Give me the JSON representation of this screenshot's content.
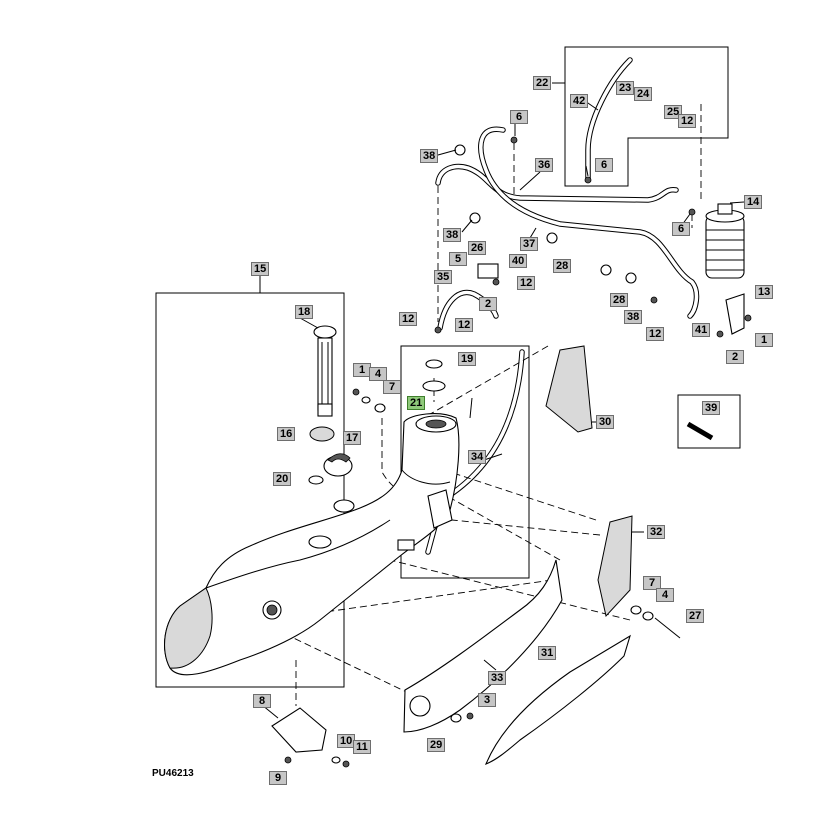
{
  "diagram": {
    "drawing_code": "PU46213",
    "callouts": [
      {
        "id": "c22",
        "label": "22"
      },
      {
        "id": "c42",
        "label": "42"
      },
      {
        "id": "c23",
        "label": "23"
      },
      {
        "id": "c24",
        "label": "24"
      },
      {
        "id": "c25",
        "label": "25"
      },
      {
        "id": "c12a",
        "label": "12"
      },
      {
        "id": "c6a",
        "label": "6"
      },
      {
        "id": "c6b",
        "label": "6"
      },
      {
        "id": "c38a",
        "label": "38"
      },
      {
        "id": "c36",
        "label": "36"
      },
      {
        "id": "c14",
        "label": "14"
      },
      {
        "id": "c6c",
        "label": "6"
      },
      {
        "id": "c38b",
        "label": "38"
      },
      {
        "id": "c37",
        "label": "37"
      },
      {
        "id": "c26",
        "label": "26"
      },
      {
        "id": "c40",
        "label": "40"
      },
      {
        "id": "c28a",
        "label": "28"
      },
      {
        "id": "c5",
        "label": "5"
      },
      {
        "id": "c12b",
        "label": "12"
      },
      {
        "id": "c2a",
        "label": "2"
      },
      {
        "id": "c35",
        "label": "35"
      },
      {
        "id": "c28b",
        "label": "28"
      },
      {
        "id": "c38c",
        "label": "38"
      },
      {
        "id": "c13",
        "label": "13"
      },
      {
        "id": "c41",
        "label": "41"
      },
      {
        "id": "c12c",
        "label": "12"
      },
      {
        "id": "c1a",
        "label": "1"
      },
      {
        "id": "c2b",
        "label": "2"
      },
      {
        "id": "c15",
        "label": "15"
      },
      {
        "id": "c18",
        "label": "18"
      },
      {
        "id": "c12d",
        "label": "12"
      },
      {
        "id": "c12e",
        "label": "12"
      },
      {
        "id": "c19",
        "label": "19"
      },
      {
        "id": "c1b",
        "label": "1"
      },
      {
        "id": "c4a",
        "label": "4"
      },
      {
        "id": "c7a",
        "label": "7"
      },
      {
        "id": "c21",
        "label": "21"
      },
      {
        "id": "c30",
        "label": "30"
      },
      {
        "id": "c39",
        "label": "39"
      },
      {
        "id": "c16",
        "label": "16"
      },
      {
        "id": "c17",
        "label": "17"
      },
      {
        "id": "c34",
        "label": "34"
      },
      {
        "id": "c20",
        "label": "20"
      },
      {
        "id": "c32",
        "label": "32"
      },
      {
        "id": "c7b",
        "label": "7"
      },
      {
        "id": "c4b",
        "label": "4"
      },
      {
        "id": "c27",
        "label": "27"
      },
      {
        "id": "c31",
        "label": "31"
      },
      {
        "id": "c33",
        "label": "33"
      },
      {
        "id": "c8",
        "label": "8"
      },
      {
        "id": "c3",
        "label": "3"
      },
      {
        "id": "c29",
        "label": "29"
      },
      {
        "id": "c10",
        "label": "10"
      },
      {
        "id": "c11",
        "label": "11"
      },
      {
        "id": "c9",
        "label": "9"
      }
    ]
  }
}
